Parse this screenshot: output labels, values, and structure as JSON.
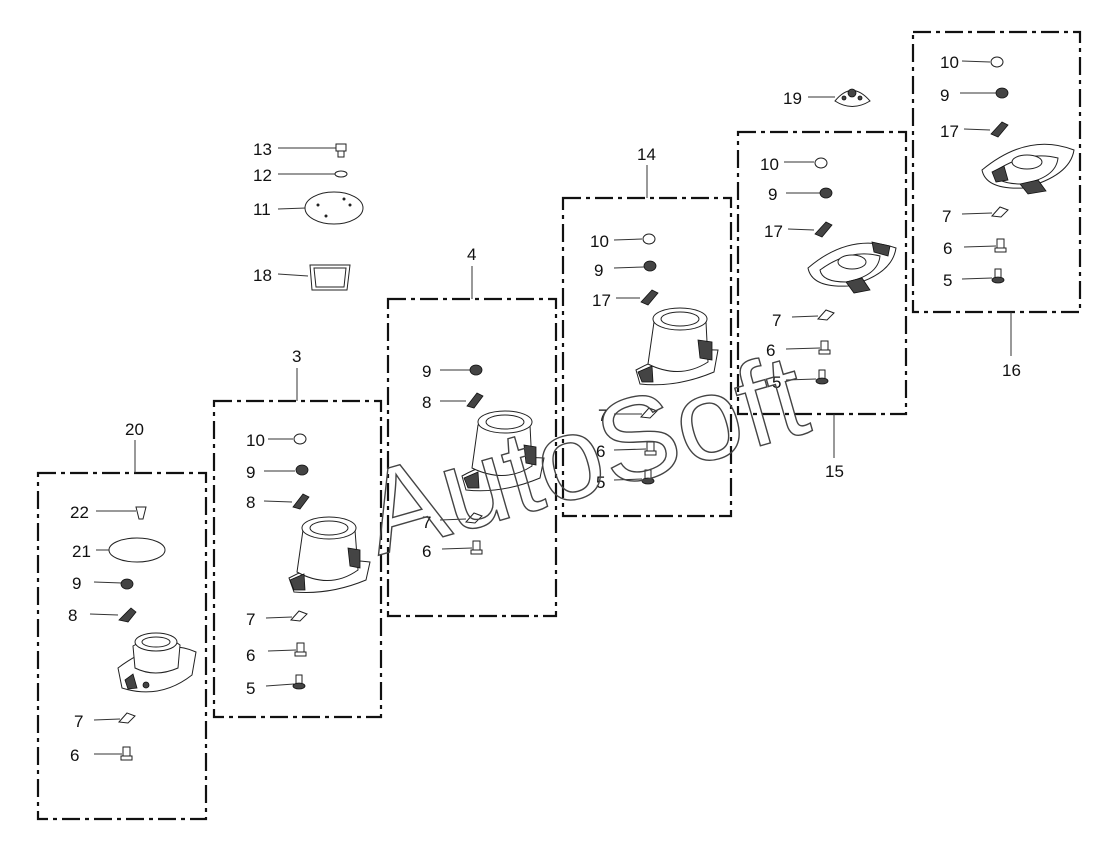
{
  "watermark": "AutoSoft",
  "group_labels": [
    "3",
    "4",
    "14",
    "15",
    "16",
    "20"
  ],
  "callouts": {
    "top": [
      "13",
      "12",
      "11",
      "18",
      "19"
    ],
    "box20": [
      "22",
      "21",
      "9",
      "8",
      "7",
      "6"
    ],
    "box3": [
      "10",
      "9",
      "8",
      "7",
      "6",
      "5"
    ],
    "box4": [
      "9",
      "8",
      "7",
      "6"
    ],
    "box14": [
      "10",
      "9",
      "17",
      "7",
      "6",
      "5"
    ],
    "box15": [
      "10",
      "9",
      "17",
      "7",
      "6",
      "5"
    ],
    "box16": [
      "10",
      "9",
      "17",
      "7",
      "6",
      "5"
    ]
  }
}
